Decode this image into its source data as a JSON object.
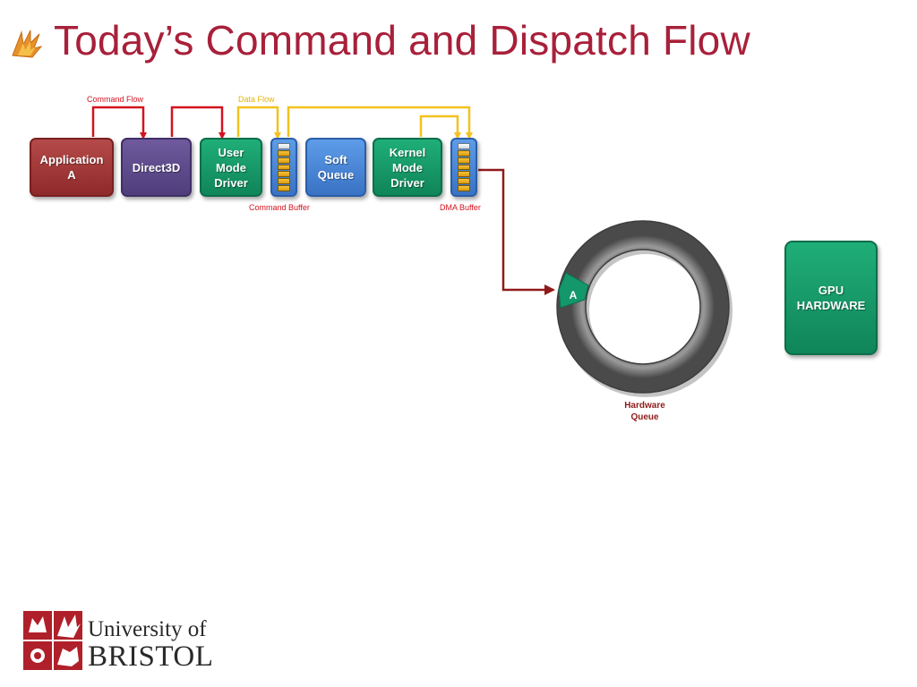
{
  "title": "Today’s Command and Dispatch Flow",
  "flow_labels": {
    "command_flow": "Command Flow",
    "data_flow": "Data Flow",
    "command_buffer": "Command Buffer",
    "dma_buffer": "DMA Buffer"
  },
  "boxes": {
    "application": "Application\nA",
    "direct3d": "Direct3D",
    "user_mode_driver": "User\nMode\nDriver",
    "soft_queue": "Soft\nQueue",
    "kernel_mode_driver": "Kernel\nMode\nDriver",
    "gpu_hardware": "GPU\nHARDWARE"
  },
  "hardware_queue": {
    "label": "Hardware\nQueue",
    "segment_label": "A"
  },
  "buffers": {
    "command_buffer": {
      "filled_slots": 6,
      "empty_slots": 1
    },
    "dma_buffer": {
      "filled_slots": 6,
      "empty_slots": 1
    }
  },
  "logo": {
    "line1": "University of",
    "line2": "BRISTOL"
  },
  "colors": {
    "title": "#a8203a",
    "command_flow": "#d4121e",
    "data_flow": "#f2c21e",
    "dispatch_arrow": "#8f1a1a"
  }
}
